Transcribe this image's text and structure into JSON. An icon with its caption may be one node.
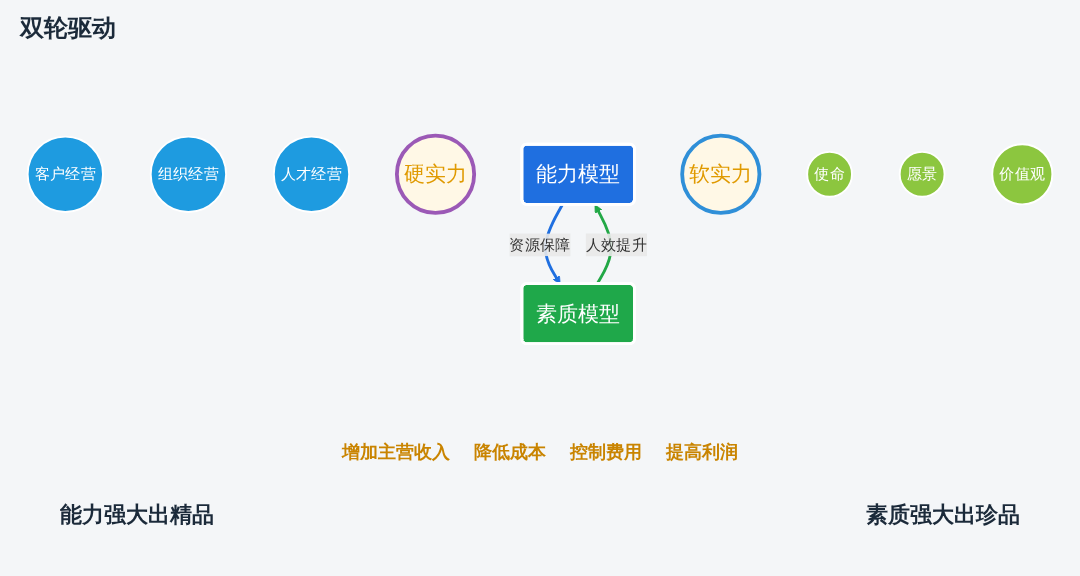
{
  "diagram": {
    "title": "双轮驱动",
    "nodes": [
      {
        "text": [
          "客户经营"
        ]
      },
      {
        "text": [
          "组织经营"
        ]
      },
      {
        "text": [
          "人才经营"
        ]
      },
      {
        "text": [
          "硬实力"
        ]
      },
      {
        "text": [
          "能力模型"
        ]
      },
      {
        "text": [
          "素质模型"
        ]
      },
      {
        "text": [
          "软实力"
        ]
      },
      {
        "text": [
          "使命"
        ]
      },
      {
        "text": [
          "愿景"
        ]
      },
      {
        "text": [
          "价值观"
        ]
      }
    ],
    "edges": [
      {
        "from": 4,
        "to": 5,
        "arrow": "to",
        "label": "资源保障",
        "color": "#1f6fe0"
      },
      {
        "from": 5,
        "to": 4,
        "arrow": "to",
        "label": "人效提升",
        "color": "#22a846"
      }
    ],
    "labels": [
      "增加主营收入",
      "降低成本",
      "控制费用",
      "提高利润",
      "能力强大出精品",
      "素质强大出珍品"
    ]
  }
}
